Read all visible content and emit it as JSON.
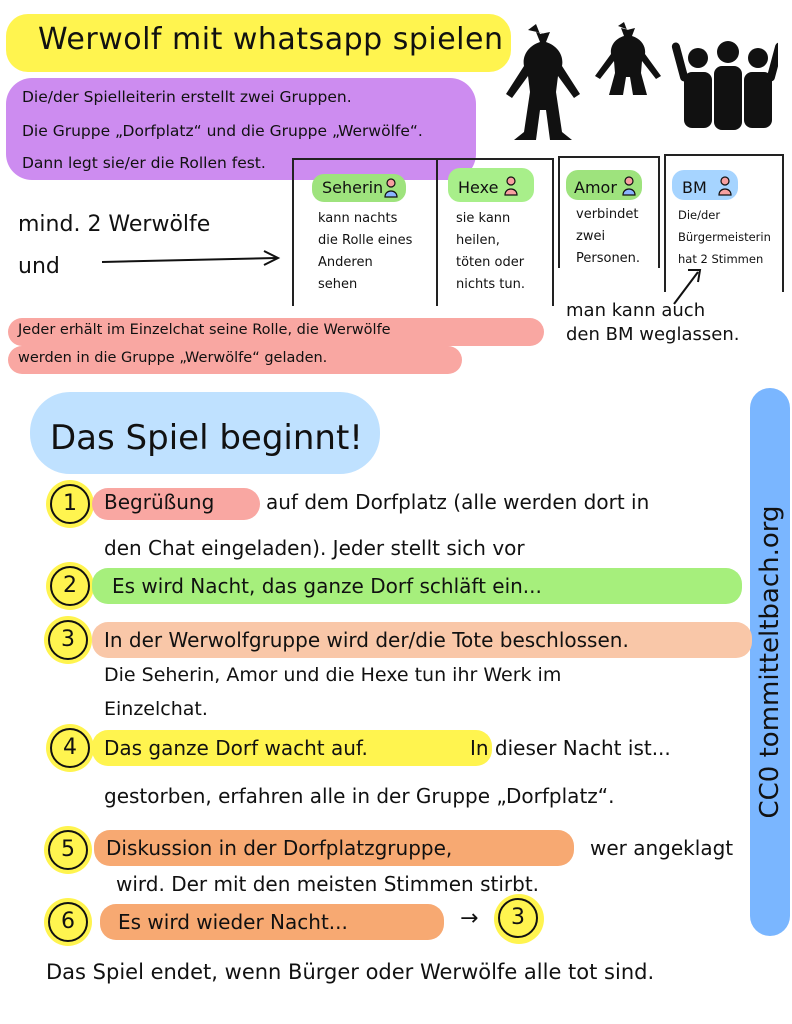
{
  "title": "Werwolf mit whatsapp spielen",
  "intro": [
    "Die/der Spielleiterin erstellt zwei Gruppen.",
    "Die Gruppe „Dorfplatz“ und die Gruppe „Werwölfe“.",
    "Dann legt sie/er die Rollen fest."
  ],
  "left_note": {
    "line1": "mind. 2 Werwölfe",
    "line2": "und"
  },
  "roles": [
    {
      "name": "Seherin",
      "color": "#9ee37d",
      "lines": [
        "kann nachts",
        "die Rolle eines",
        "Anderen",
        "sehen"
      ]
    },
    {
      "name": "Hexe",
      "color": "#a8ef8a",
      "lines": [
        "sie kann",
        "heilen,",
        "töten oder",
        "nichts tun."
      ]
    },
    {
      "name": "Amor",
      "color": "#9ee37d",
      "lines": [
        "verbindet",
        "zwei",
        "Personen."
      ]
    },
    {
      "name": "BM",
      "color": "#a6d4ff",
      "lines": [
        "Die/der",
        "Bürgermeisterin",
        "hat 2 Stimmen"
      ]
    }
  ],
  "bm_note": {
    "line1": "man kann auch",
    "line2": "den BM weglassen."
  },
  "red_note": {
    "line1": "Jeder erhält im Einzelchat seine Rolle, die Werwölfe",
    "line2": "werden in die Gruppe „Werwölfe“ geladen."
  },
  "side_credit": "CC0 tommitteltbach.org",
  "game_title": "Das Spiel beginnt!",
  "steps": [
    {
      "number": "1",
      "highlight": "Begrüßung",
      "rest": "auf dem Dorfplatz (alle werden dort in",
      "line2": "den Chat eingeladen). Jeder stellt sich vor"
    },
    {
      "number": "2",
      "highlight": "Es wird Nacht, das ganze Dorf schläft ein..."
    },
    {
      "number": "3",
      "highlight": "In der Werwolfgruppe wird der/die Tote beschlossen.",
      "line2": "Die Seherin, Amor und die Hexe tun ihr Werk im",
      "line3": "Einzelchat."
    },
    {
      "number": "4",
      "highlight": "Das ganze Dorf wacht auf.",
      "rest": "In dieser Nacht ist...",
      "line2": "gestorben, erfahren alle in der Gruppe „Dorfplatz“."
    },
    {
      "number": "5",
      "highlight": "Diskussion in der Dorfplatzgruppe,",
      "rest": "wer angeklagt",
      "line2": "wird. Der mit den meisten Stimmen stirbt."
    },
    {
      "number": "6",
      "highlight": "Es wird wieder Nacht...",
      "arrow": "→",
      "goto": "3"
    }
  ],
  "ending": "Das Spiel endet, wenn Bürger oder Werwölfe alle tot sind.",
  "colors": {
    "yellow": "#fff44f",
    "purple": "#cd8cf0",
    "red": "#f9a7a2",
    "green": "#a6ef7c",
    "peach": "#f9c7a8",
    "orange": "#f7a972",
    "blue": "#7ab6ff"
  }
}
